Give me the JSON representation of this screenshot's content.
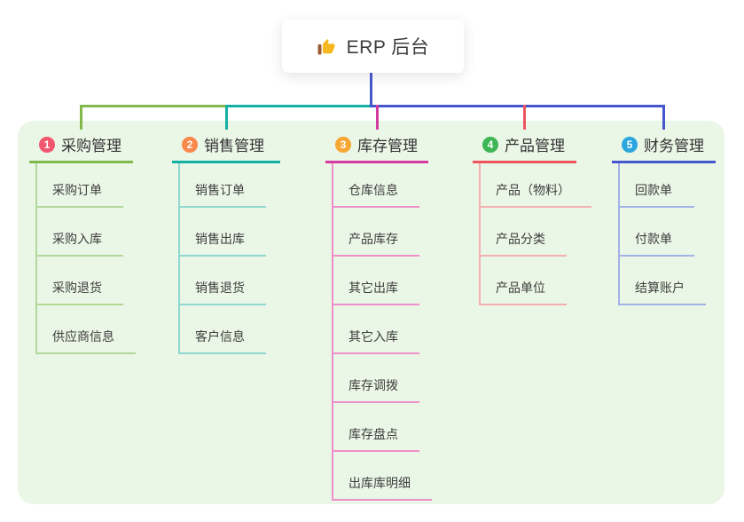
{
  "root": {
    "icon": "thumbs-up-icon",
    "title": "ERP 后台"
  },
  "colors": {
    "panel_bg": "#eaf6e6",
    "trunk": "#4557cd",
    "root_card_bg": "#ffffff",
    "root_title_text": "#3d3d3d",
    "header_text": "#333333",
    "child_text": "#3e3e3e"
  },
  "branches": [
    {
      "badge": "1",
      "badge_color": "#f2566e",
      "label": "采购管理",
      "color": "#82b94d",
      "light_color": "#b3d89b",
      "children": [
        "采购订单",
        "采购入库",
        "采购退货",
        "供应商信息"
      ]
    },
    {
      "badge": "2",
      "badge_color": "#f9884c",
      "label": "销售管理",
      "color": "#14b0a4",
      "light_color": "#90d7d0",
      "children": [
        "销售订单",
        "销售出库",
        "销售退货",
        "客户信息"
      ]
    },
    {
      "badge": "3",
      "badge_color": "#f7a733",
      "label": "库存管理",
      "color": "#d53aa0",
      "light_color": "#f090cb",
      "children": [
        "仓库信息",
        "产品库存",
        "其它出库",
        "其它入库",
        "库存调拨",
        "库存盘点",
        "出库库明细"
      ]
    },
    {
      "badge": "4",
      "badge_color": "#3eb656",
      "label": "产品管理",
      "color": "#ee5460",
      "light_color": "#f5b0b0",
      "children": [
        "产品（物料）",
        "产品分类",
        "产品单位"
      ]
    },
    {
      "badge": "5",
      "badge_color": "#2ca6df",
      "label": "财务管理",
      "color": "#4557cd",
      "light_color": "#a3b2e8",
      "children": [
        "回款单",
        "付款单",
        "结算账户"
      ]
    }
  ]
}
